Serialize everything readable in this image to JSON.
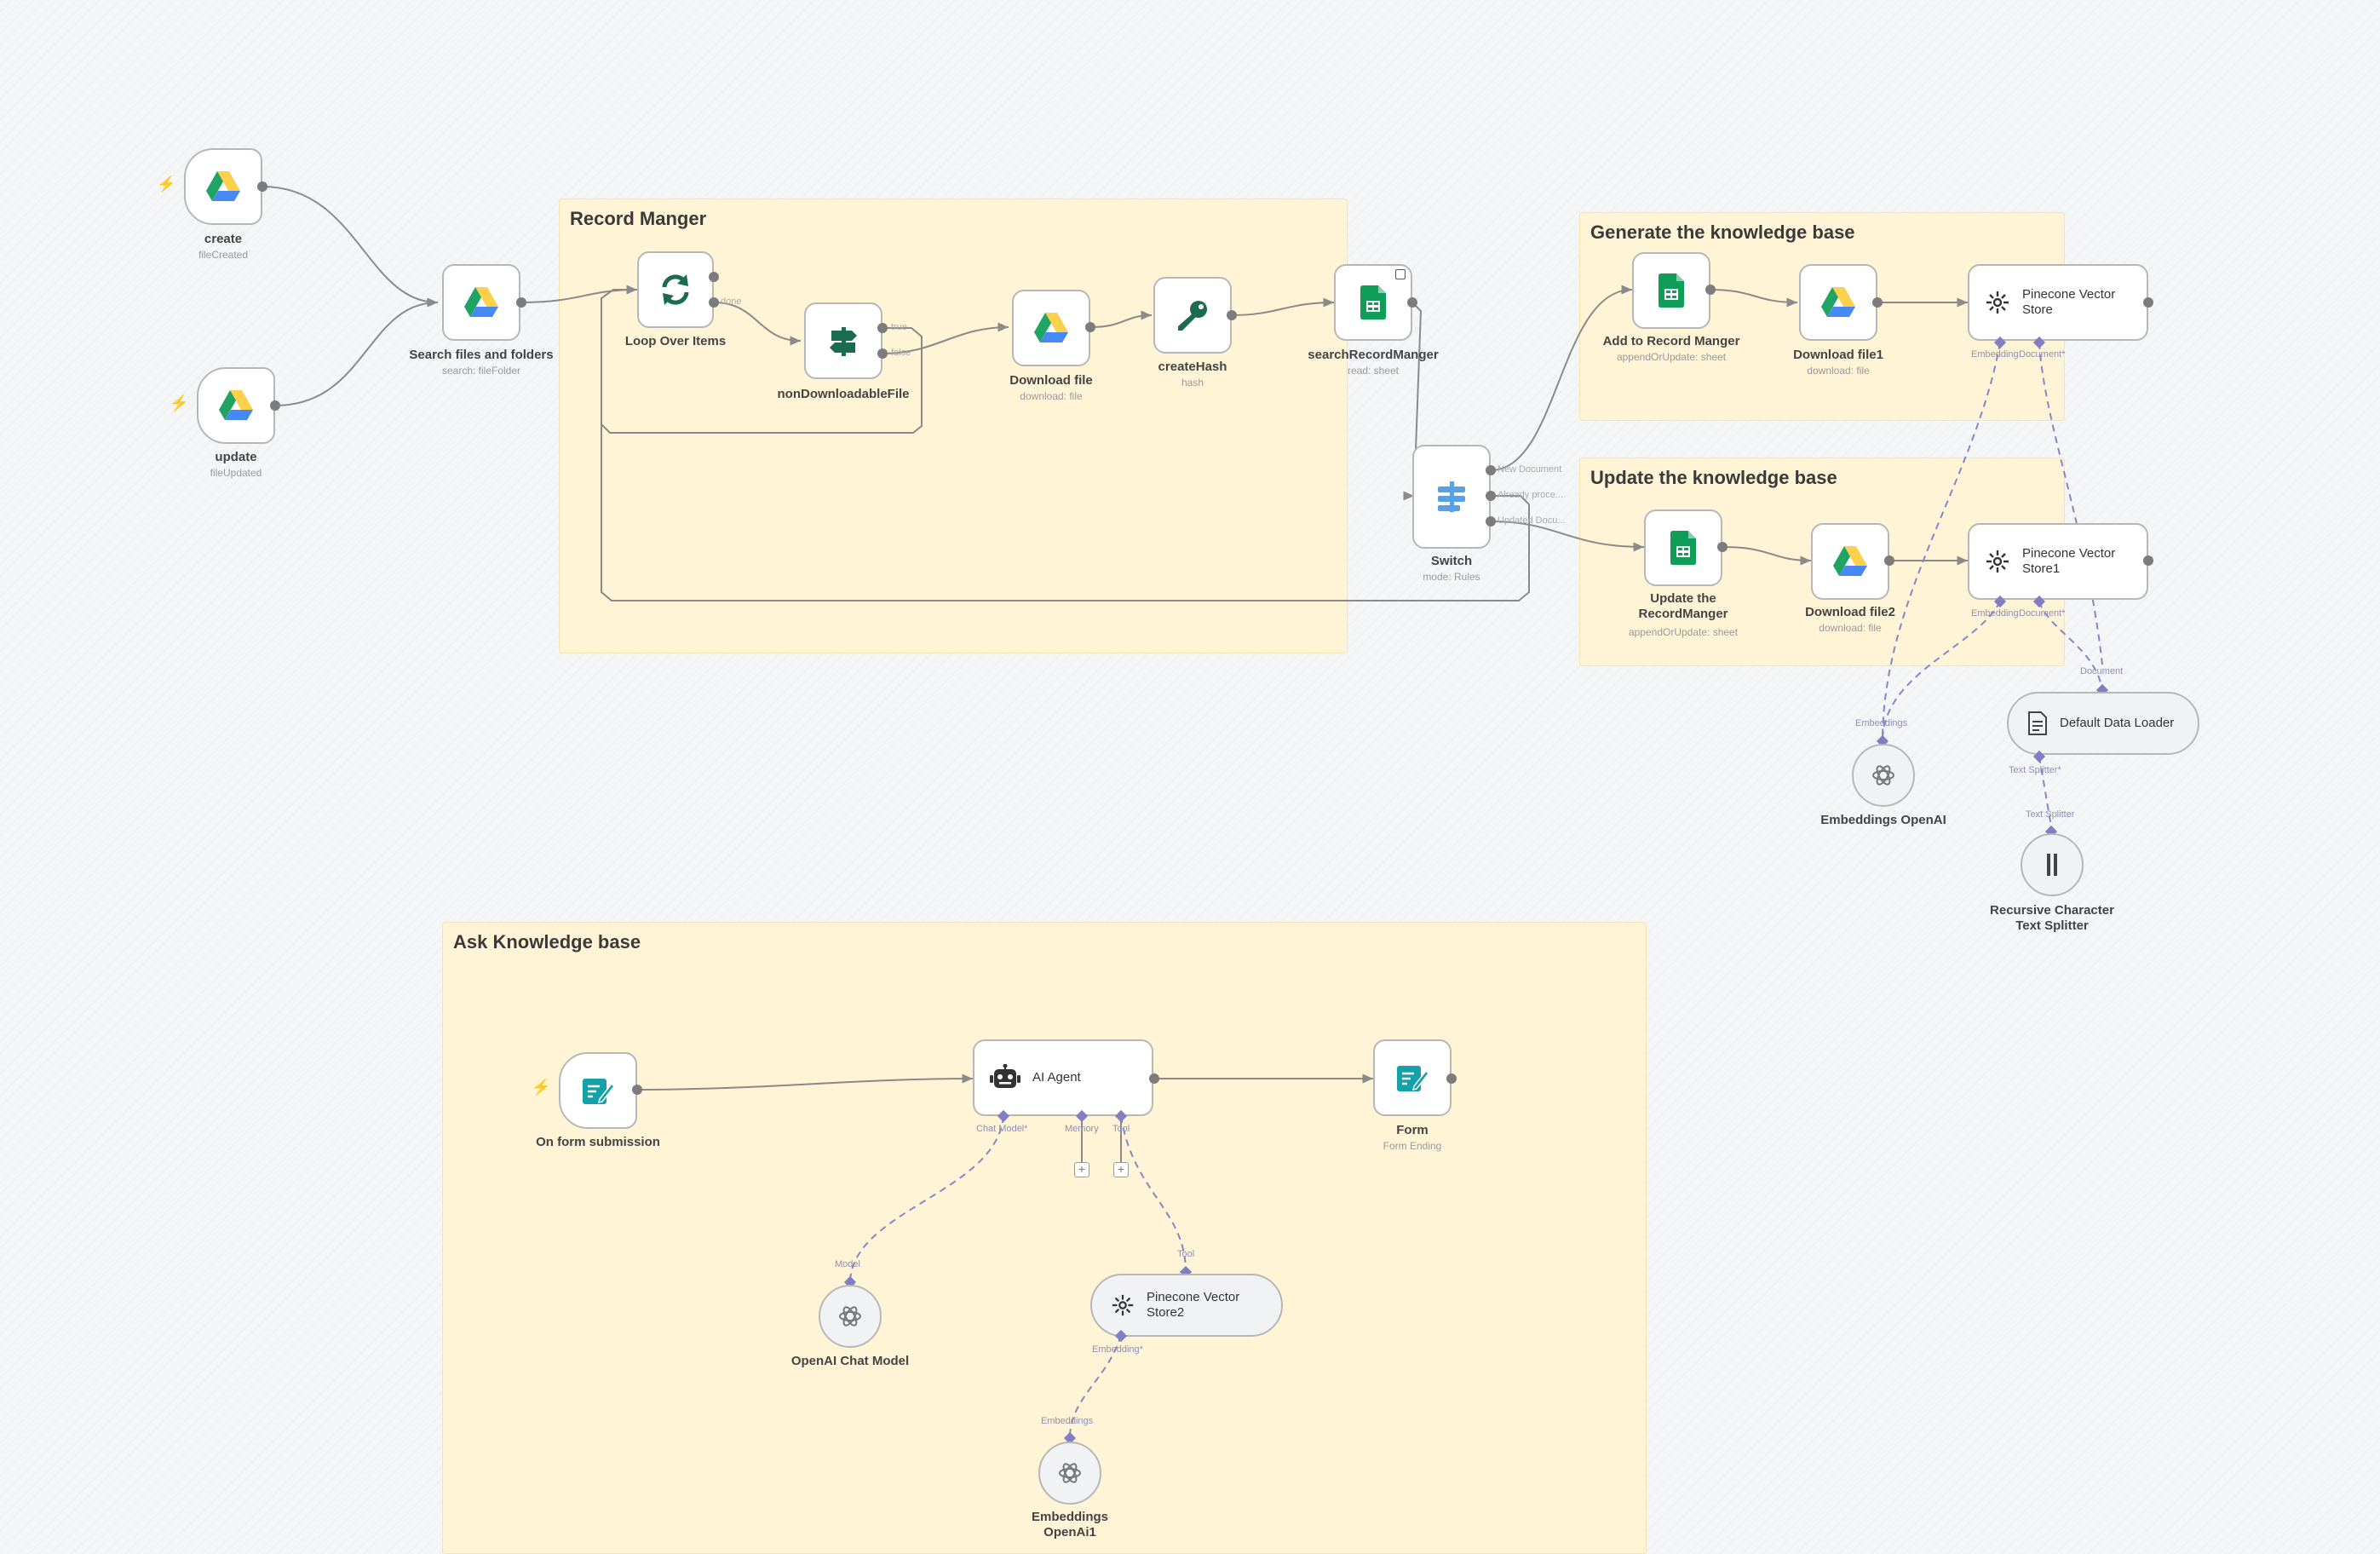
{
  "colors": {
    "canvas_bg": "#f5f6f7",
    "sticky_bg": "#fff4d6",
    "wire": "#8a8a8a",
    "ai_wire": "#8686c8",
    "trigger_bolt": "#ff5d3b",
    "gdrive_green": "#1fa463",
    "gdrive_yellow": "#ffd04b",
    "gdrive_blue": "#4688f4",
    "sheets_green": "#0f9d58",
    "teal_form": "#14a2a8"
  },
  "stickies": {
    "record_manager": "Record Manger",
    "generate_kb": "Generate the knowledge base",
    "update_kb": "Update the knowledge base",
    "ask_kb": "Ask Knowledge base"
  },
  "nodes": {
    "create": {
      "label": "create",
      "sub": "fileCreated",
      "icon": "google-drive-icon"
    },
    "update": {
      "label": "update",
      "sub": "fileUpdated",
      "icon": "google-drive-icon"
    },
    "search_files": {
      "label": "Search files and folders",
      "sub": "search: fileFolder",
      "icon": "google-drive-icon"
    },
    "loop_over_items": {
      "label": "Loop Over Items",
      "icon": "loop-icon"
    },
    "non_downloadable": {
      "label": "nonDownloadableFile",
      "icon": "if-signpost-icon"
    },
    "download_file": {
      "label": "Download file",
      "sub": "download: file",
      "icon": "google-drive-icon"
    },
    "create_hash": {
      "label": "createHash",
      "sub": "hash",
      "icon": "key-icon"
    },
    "search_record": {
      "label": "searchRecordManger",
      "sub": "read: sheet",
      "icon": "google-sheets-icon"
    },
    "switch": {
      "label": "Switch",
      "sub": "mode: Rules",
      "icon": "switch-icon"
    },
    "add_record": {
      "label": "Add to Record Manger",
      "sub": "appendOrUpdate: sheet",
      "icon": "google-sheets-icon"
    },
    "download_file1": {
      "label": "Download file1",
      "sub": "download: file",
      "icon": "google-drive-icon"
    },
    "pinecone_store": {
      "label": "Pinecone Vector Store",
      "icon": "pinecone-icon"
    },
    "update_record": {
      "label": "Update the RecordManger",
      "sub": "appendOrUpdate: sheet",
      "icon": "google-sheets-icon"
    },
    "download_file2": {
      "label": "Download file2",
      "sub": "download: file",
      "icon": "google-drive-icon"
    },
    "pinecone_store1": {
      "label": "Pinecone Vector Store1",
      "icon": "pinecone-icon"
    },
    "default_loader": {
      "label": "Default Data Loader",
      "icon": "document-icon"
    },
    "embeddings_openai": {
      "label": "Embeddings OpenAI",
      "icon": "openai-icon"
    },
    "text_splitter": {
      "label": "Recursive Character Text Splitter",
      "icon": "text-splitter-icon"
    },
    "form_submission": {
      "label": "On form submission",
      "icon": "form-icon"
    },
    "ai_agent": {
      "label": "AI Agent",
      "icon": "robot-icon"
    },
    "form": {
      "label": "Form",
      "sub": "Form Ending",
      "icon": "form-icon"
    },
    "openai_chat": {
      "label": "OpenAI Chat Model",
      "icon": "openai-icon"
    },
    "pinecone_store2": {
      "label": "Pinecone Vector Store2",
      "icon": "pinecone-icon"
    },
    "embeddings_openai1": {
      "label": "Embeddings OpenAi1",
      "icon": "openai-icon"
    }
  },
  "ports": {
    "loop_done": "done",
    "if_true": "true",
    "if_false": "false",
    "sw_new": "New Document",
    "sw_already": "Already proce...",
    "sw_updated": "Updated Docu...",
    "pc_embedding_doc": "Embedding",
    "pc_document": "Document*",
    "pc1_embedding_doc": "Embedding",
    "pc1_document": "Document*",
    "loader_document": "Document",
    "emb_embeddings": "Embeddings",
    "loader_text_splitter": "Text Splitter*",
    "splitter_text_splitter": "Text Splitter",
    "agent_chat_model": "Chat Model*",
    "agent_memory": "Memory",
    "agent_tool": "Tool",
    "chat_model": "Model",
    "pc2_tool": "Tool",
    "pc2_embedding": "Embedding*",
    "emb1_embeddings": "Embeddings"
  }
}
